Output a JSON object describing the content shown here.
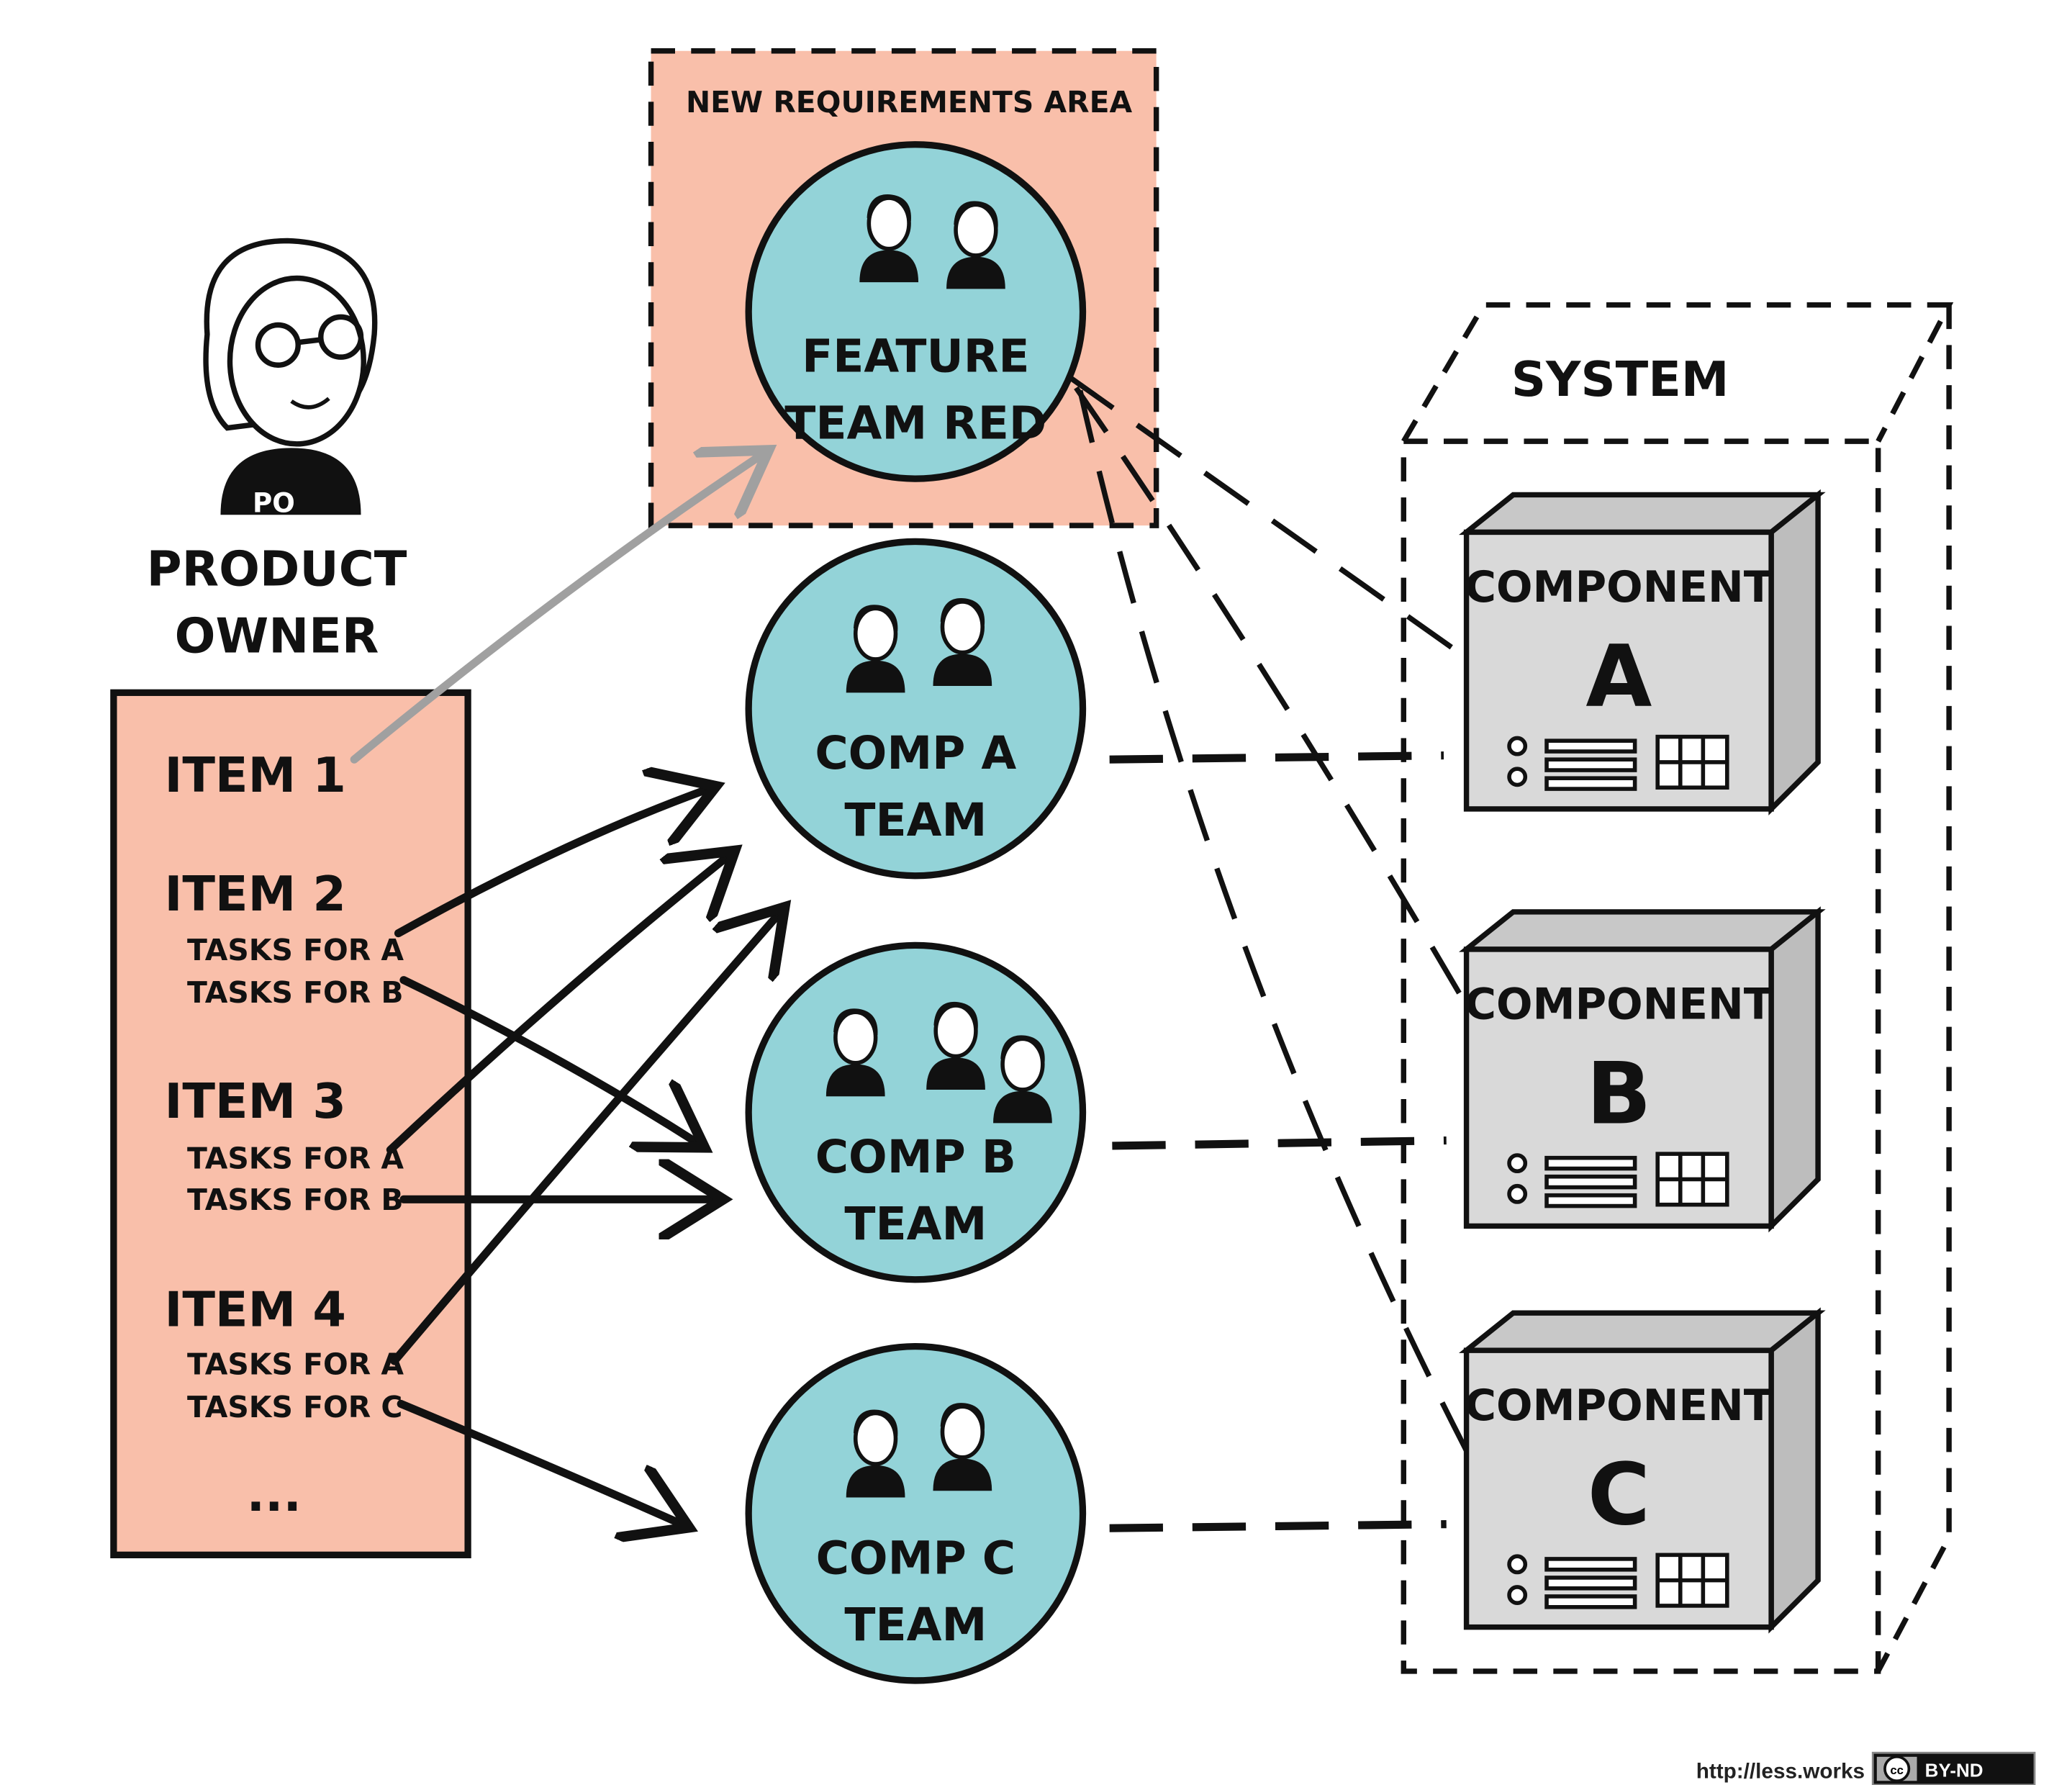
{
  "product_owner": {
    "badge": "PO",
    "label_line1": "PRODUCT",
    "label_line2": "OWNER"
  },
  "backlog": {
    "items": [
      {
        "title": "ITEM 1",
        "tasks": []
      },
      {
        "title": "ITEM 2",
        "tasks": [
          "TASKS FOR A",
          "TASKS FOR B"
        ]
      },
      {
        "title": "ITEM 3",
        "tasks": [
          "TASKS FOR A",
          "TASKS FOR B"
        ]
      },
      {
        "title": "ITEM 4",
        "tasks": [
          "TASKS FOR A",
          "TASKS FOR C"
        ]
      }
    ],
    "ellipsis": "..."
  },
  "requirements_area": {
    "title": "NEW REQUIREMENTS AREA"
  },
  "teams": [
    {
      "line1": "FEATURE",
      "line2": "TEAM RED"
    },
    {
      "line1": "COMP A",
      "line2": "TEAM"
    },
    {
      "line1": "COMP B",
      "line2": "TEAM"
    },
    {
      "line1": "COMP C",
      "line2": "TEAM"
    }
  ],
  "system": {
    "title": "SYSTEM",
    "components": [
      {
        "label": "COMPONENT",
        "letter": "A"
      },
      {
        "label": "COMPONENT",
        "letter": "B"
      },
      {
        "label": "COMPONENT",
        "letter": "C"
      }
    ]
  },
  "credit": {
    "url": "http://less.works",
    "license_icon": "cc",
    "license": "BY-ND"
  },
  "colors": {
    "salmon": "#F9BFAA",
    "teal": "#93D3D8",
    "component_grey": "#D9D9D9",
    "arrow_grey": "#A0A0A0"
  }
}
